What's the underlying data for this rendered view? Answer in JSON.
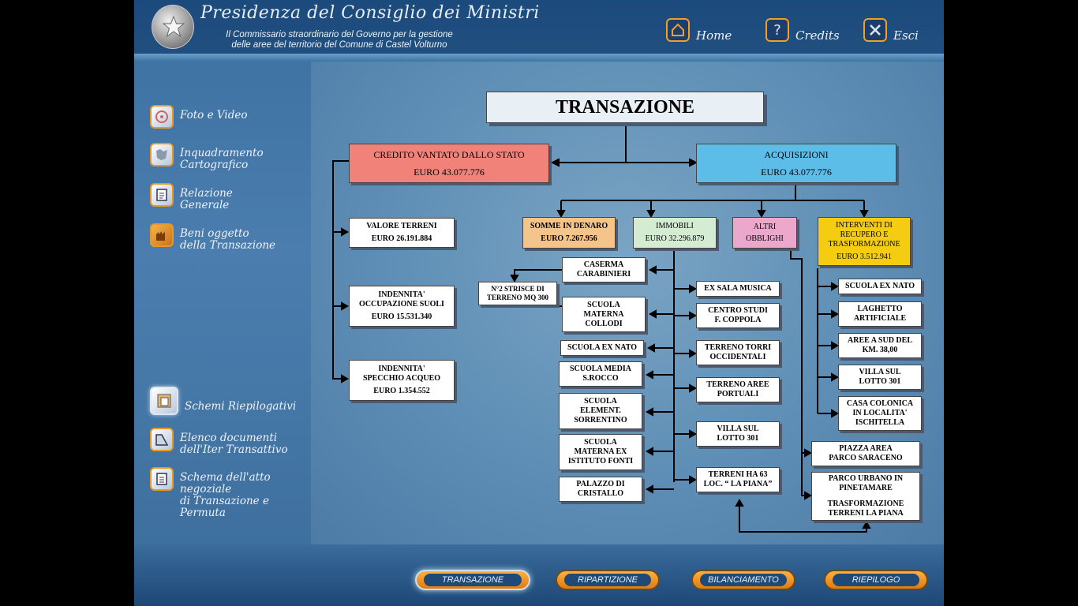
{
  "header": {
    "title": "Presidenza del Consiglio dei Ministri",
    "subtitle_line1": "Il Commissario straordinario del Governo per la gestione",
    "subtitle_line2": "delle aree del territorio del Comune di Castel Volturno",
    "nav": {
      "home": "Home",
      "credits": "Credits",
      "exit": "Esci"
    }
  },
  "sidebar": {
    "items": [
      {
        "label": "Foto e Video"
      },
      {
        "label": "Inquadramento\nCartografico"
      },
      {
        "label": "Relazione\nGenerale"
      },
      {
        "label": "Beni oggetto\ndella Transazione"
      },
      {
        "label": "Schemi Riepilogativi"
      },
      {
        "label": "Elenco documenti\ndell'Iter Transattivo"
      },
      {
        "label": "Schema dell'atto negoziale\ndi Transazione e Permuta"
      }
    ]
  },
  "diagram": {
    "title": "TRANSAZIONE",
    "credito": {
      "label": "CREDITO VANTATO DALLO STATO",
      "value": "EURO  43.077.776"
    },
    "acquisizioni": {
      "label": "ACQUISIZIONI",
      "value": "EURO  43.077.776"
    },
    "valore_terreni": {
      "label": "VALORE  TERRENI",
      "value": "EURO  26.191.884"
    },
    "indennita_suoli": {
      "label": "INDENNITA'\nOCCUPAZIONE  SUOLI",
      "value": "EURO  15.531.340"
    },
    "indennita_acqueo": {
      "label": "INDENNITA'\nSPECCHIO ACQUEO",
      "value": "EURO  1.354.552"
    },
    "somme": {
      "label": "SOMME IN DENARO",
      "value": "EURO  7.267.956"
    },
    "immobili": {
      "label": "IMMOBILI",
      "value": "EURO  32.296.879"
    },
    "altri": {
      "label": "ALTRI\nOBBLIGHI"
    },
    "interventi": {
      "label": "INTERVENTI DI\nRECUPERO E\nTRASFORMAZIONE",
      "value": "EURO  3.512.941"
    },
    "strisce": "N°2 STRISCE DI\nTERRENO MQ 300",
    "immobili_left": [
      "CASERMA\nCARABINIERI",
      "SCUOLA\nMATERNA\nCOLLODI",
      "SCUOLA EX NATO",
      "SCUOLA  MEDIA\nS.ROCCO",
      "SCUOLA\nELEMENT.\nSORRENTINO",
      "SCUOLA\nMATERNA EX\nISTITUTO FONTI",
      "PALAZZO DI\nCRISTALLO"
    ],
    "immobili_right": [
      "EX SALA MUSICA",
      "CENTRO STUDI\nF. COPPOLA",
      "TERRENO TORRI\nOCCIDENTALI",
      "TERRENO AREE\nPORTUALI",
      "VILLA SUL\nLOTTO 301",
      "TERRENI HA 63\nLOC. “ LA PIANA”"
    ],
    "interventi_list": [
      "SCUOLA EX NATO",
      "LAGHETTO\nARTIFICIALE",
      "AREE A SUD DEL\nKM. 38,00",
      "VILLA SUL\nLOTTO 301",
      "CASA COLONICA\nIN LOCALITA'\nISCHITELLA"
    ],
    "altri_list": [
      "PIAZZA AREA\nPARCO SARACENO"
    ],
    "parco_urbano": "PARCO URBANO IN\nPINETAMARE",
    "trasformazione": "TRASFORMAZIONE\nTERRENI  LA PIANA"
  },
  "footer": {
    "tabs": [
      "TRANSAZIONE",
      "RIPARTIZIONE",
      "BILANCIAMENTO",
      "RIEPILOGO"
    ]
  },
  "colors": {
    "credito": "#f0827a",
    "acquisizioni": "#5bbde8",
    "somme": "#f5c48a",
    "immobili": "#d4ecd2",
    "altri": "#eca8cc",
    "interventi": "#f4cc12",
    "title_box": "#e8f0f6"
  }
}
